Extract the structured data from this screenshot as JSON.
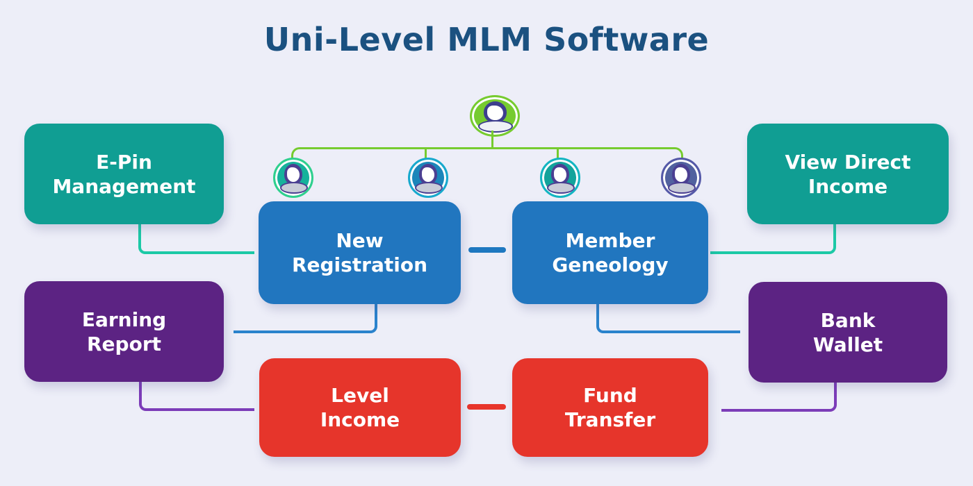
{
  "title": "Uni-Level MLM Software",
  "colors": {
    "background": "#edeef8",
    "title_text": "#1b5180",
    "teal_box": "#109e93",
    "blue_box": "#2176bf",
    "purple_box": "#5c2383",
    "red_box": "#e6352b",
    "box_text": "#ffffff",
    "tree_line": "#76cb2f",
    "teal_line": "#1cc9a6",
    "blue_line": "#2a82cc",
    "purple_line": "#7c3cb8",
    "blue_dash": "#1e78c0",
    "red_dash": "#e8352b"
  },
  "boxes": {
    "epin": {
      "label": "E-Pin\nManagement"
    },
    "view_direct": {
      "label": "View Direct\nIncome"
    },
    "new_registration": {
      "label": "New\nRegistration"
    },
    "member_geneology": {
      "label": "Member\nGeneology"
    },
    "earning_report": {
      "label": "Earning\nReport"
    },
    "bank_wallet": {
      "label": "Bank\nWallet"
    },
    "level_income": {
      "label": "Level\nIncome"
    },
    "fund_transfer": {
      "label": "Fund\nTransfer"
    }
  },
  "avatars": {
    "root": {
      "ring": "#76cb2f",
      "fill": "#76cb2f",
      "hair": "#3d3e8e",
      "torso": "#eef0f6"
    },
    "children": [
      {
        "ring": "#2fd08e",
        "fill": "#16b29b",
        "hair": "#4b3f92",
        "torso": "#c9ccd8"
      },
      {
        "ring": "#17a9cd",
        "fill": "#1b86ba",
        "hair": "#4b3f92",
        "torso": "#c9ccd8"
      },
      {
        "ring": "#13b5c2",
        "fill": "#12a39b",
        "hair": "#4b3f92",
        "torso": "#c9ccd8"
      },
      {
        "ring": "#5559a8",
        "fill": "#51619f",
        "hair": "#4b3f92",
        "torso": "#c9ccd8"
      }
    ]
  }
}
